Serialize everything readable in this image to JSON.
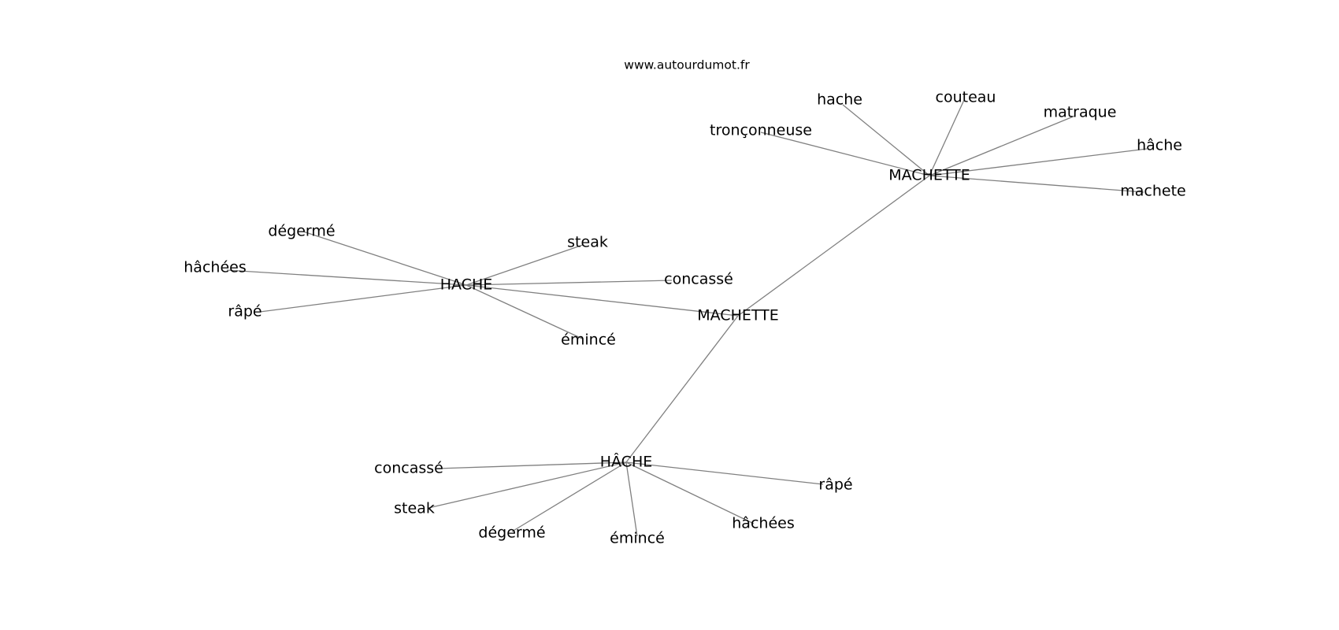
{
  "source_label": "www.autourdumot.fr",
  "nodes": [
    {
      "id": "machette_center",
      "label": "MACHETTE"
    },
    {
      "id": "machette_top",
      "label": "MACHETTE"
    },
    {
      "id": "hache_left",
      "label": "HACHE"
    },
    {
      "id": "hache_circ",
      "label": "HÂCHE"
    },
    {
      "id": "m_hache",
      "label": "hache"
    },
    {
      "id": "m_couteau",
      "label": "couteau"
    },
    {
      "id": "m_matraque",
      "label": "matraque"
    },
    {
      "id": "m_hache_circ",
      "label": "hâche"
    },
    {
      "id": "m_machete",
      "label": "machete"
    },
    {
      "id": "m_tronconneuse",
      "label": "tronçonneuse"
    },
    {
      "id": "h_degerme",
      "label": "dégermé"
    },
    {
      "id": "h_steak",
      "label": "steak"
    },
    {
      "id": "h_hachees",
      "label": "hâchées"
    },
    {
      "id": "h_concasse",
      "label": "concassé"
    },
    {
      "id": "h_rape",
      "label": "râpé"
    },
    {
      "id": "h_emince",
      "label": "émincé"
    },
    {
      "id": "c_concasse",
      "label": "concassé"
    },
    {
      "id": "c_steak",
      "label": "steak"
    },
    {
      "id": "c_degerme",
      "label": "dégermé"
    },
    {
      "id": "c_emince",
      "label": "émincé"
    },
    {
      "id": "c_hachees",
      "label": "hâchées"
    },
    {
      "id": "c_rape",
      "label": "râpé"
    }
  ],
  "edges": [
    [
      "machette_center",
      "machette_top"
    ],
    [
      "machette_center",
      "hache_left"
    ],
    [
      "machette_center",
      "hache_circ"
    ],
    [
      "machette_top",
      "m_hache"
    ],
    [
      "machette_top",
      "m_couteau"
    ],
    [
      "machette_top",
      "m_matraque"
    ],
    [
      "machette_top",
      "m_hache_circ"
    ],
    [
      "machette_top",
      "m_machete"
    ],
    [
      "machette_top",
      "m_tronconneuse"
    ],
    [
      "hache_left",
      "h_degerme"
    ],
    [
      "hache_left",
      "h_steak"
    ],
    [
      "hache_left",
      "h_hachees"
    ],
    [
      "hache_left",
      "h_concasse"
    ],
    [
      "hache_left",
      "h_rape"
    ],
    [
      "hache_left",
      "h_emince"
    ],
    [
      "hache_circ",
      "c_concasse"
    ],
    [
      "hache_circ",
      "c_steak"
    ],
    [
      "hache_circ",
      "c_degerme"
    ],
    [
      "hache_circ",
      "c_emince"
    ],
    [
      "hache_circ",
      "c_hachees"
    ],
    [
      "hache_circ",
      "c_rape"
    ]
  ]
}
